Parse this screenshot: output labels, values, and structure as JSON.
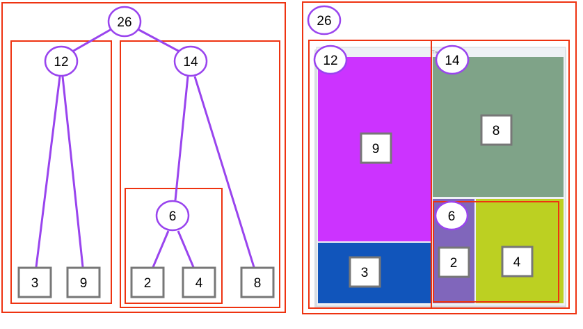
{
  "tree": {
    "root": {
      "label": "26",
      "left": {
        "label": "12",
        "leaves": [
          "3",
          "9"
        ]
      },
      "right": {
        "label": "14",
        "inner": {
          "label": "6",
          "leaves": [
            "2",
            "4"
          ]
        },
        "leaf": "8"
      }
    }
  },
  "treemap": {
    "root_label": "26",
    "group_left_label": "12",
    "group_right_label": "14",
    "group_inner_label": "6",
    "tiles": [
      {
        "label": "9",
        "value": 9,
        "color": "#cc33ff"
      },
      {
        "label": "3",
        "value": 3,
        "color": "#1155bb"
      },
      {
        "label": "8",
        "value": 8,
        "color": "#7fa388"
      },
      {
        "label": "2",
        "value": 2,
        "color": "#8066bb"
      },
      {
        "label": "4",
        "value": 4,
        "color": "#bcd022"
      }
    ],
    "corner_text": "Tre"
  },
  "colors": {
    "frame": "#ee3311",
    "node_stroke": "#9944ee",
    "edge": "#9944ee",
    "leaf_stroke": "#777777"
  }
}
